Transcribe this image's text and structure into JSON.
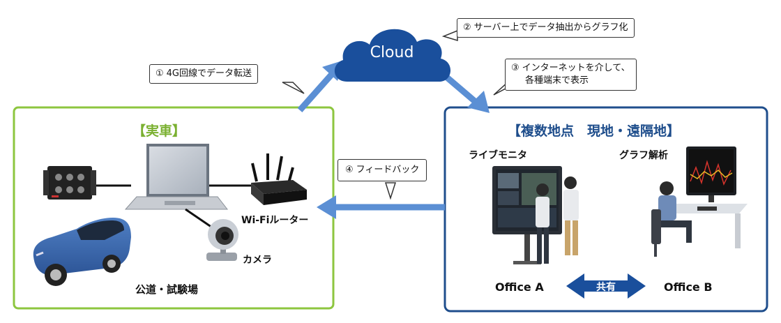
{
  "cloud": {
    "label": "Cloud"
  },
  "callouts": [
    {
      "num": "①",
      "text": "4G回線でデータ転送"
    },
    {
      "num": "②",
      "text": "サーバー上でデータ抽出からグラフ化"
    },
    {
      "num": "③",
      "text": "インターネットを介して、",
      "text2": "各種端末で表示"
    },
    {
      "num": "④",
      "text": "フィードバック"
    }
  ],
  "left_box": {
    "title": "【実車】",
    "wifi_label": "Wi-Fiルーター",
    "camera_label": "カメラ",
    "location_label": "公道・試験場"
  },
  "right_box": {
    "title": "【複数地点　現地・遠隔地】",
    "monitor_label": "ライブモニタ",
    "graph_label": "グラフ解析",
    "office_a": "Office A",
    "office_b": "Office B",
    "share_label": "共有"
  },
  "colors": {
    "left_border": "#8dc63f",
    "left_title": "#7ab030",
    "right_border": "#1f4e8c",
    "right_title": "#1f4e8c",
    "arrow": "#5b8fd4",
    "cloud": "#1a4f9c",
    "share_arrow": "#1a4f9c"
  }
}
